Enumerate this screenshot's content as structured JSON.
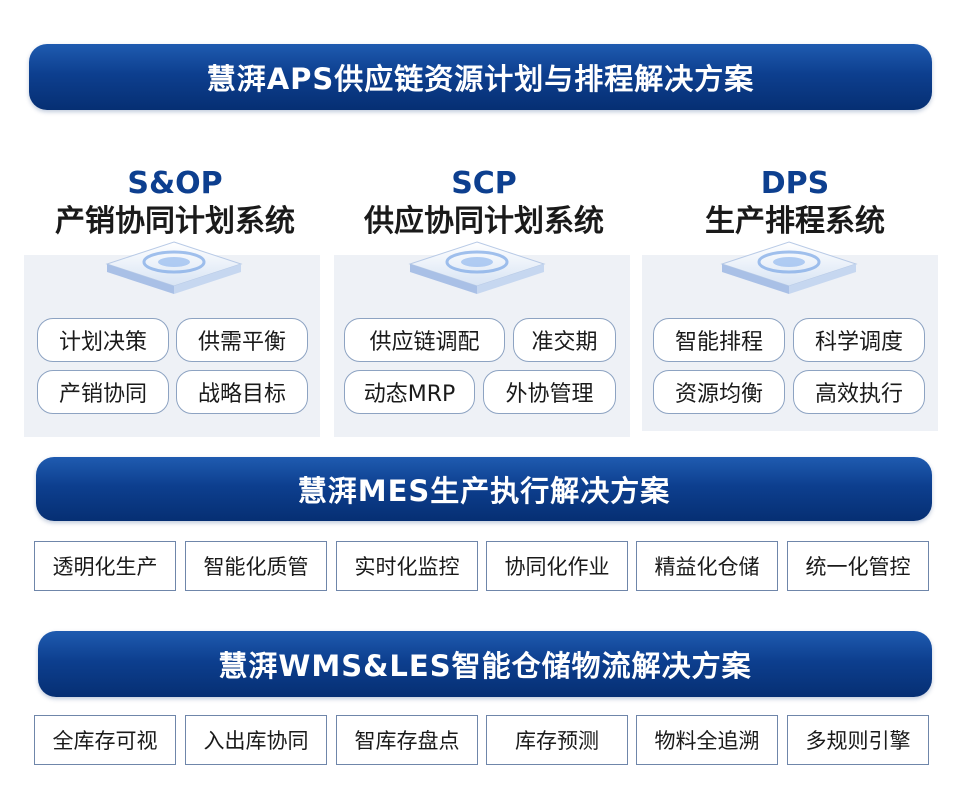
{
  "aps": {
    "banner": "慧湃APS供应链资源计划与排程解决方案",
    "columns": [
      {
        "code": "S&OP",
        "name": "产销协同计划系统",
        "tags": [
          "计划决策",
          "供需平衡",
          "产销协同",
          "战略目标"
        ]
      },
      {
        "code": "SCP",
        "name": "供应协同计划系统",
        "tags": [
          "供应链调配",
          "准交期",
          "动态MRP",
          "外协管理"
        ]
      },
      {
        "code": "DPS",
        "name": "生产排程系统",
        "tags": [
          "智能排程",
          "科学调度",
          "资源均衡",
          "高效执行"
        ]
      }
    ]
  },
  "mes": {
    "banner": "慧湃MES生产执行解决方案",
    "items": [
      "透明化生产",
      "智能化质管",
      "实时化监控",
      "协同化作业",
      "精益化仓储",
      "统一化管控"
    ]
  },
  "wms": {
    "banner": "慧湃WMS&LES智能仓储物流解决方案",
    "items": [
      "全库存可视",
      "入出库协同",
      "智库存盘点",
      "库存预测",
      "物料全追溯",
      "多规则引擎"
    ]
  },
  "colors": {
    "banner_top": "#1f5bb0",
    "banner_bottom": "#062f73",
    "code_text": "#0d3f8f",
    "tag_border": "#8da3c2",
    "panel_bg": "#eef1f6"
  },
  "icons": {
    "platform": "isometric-platform-icon"
  }
}
